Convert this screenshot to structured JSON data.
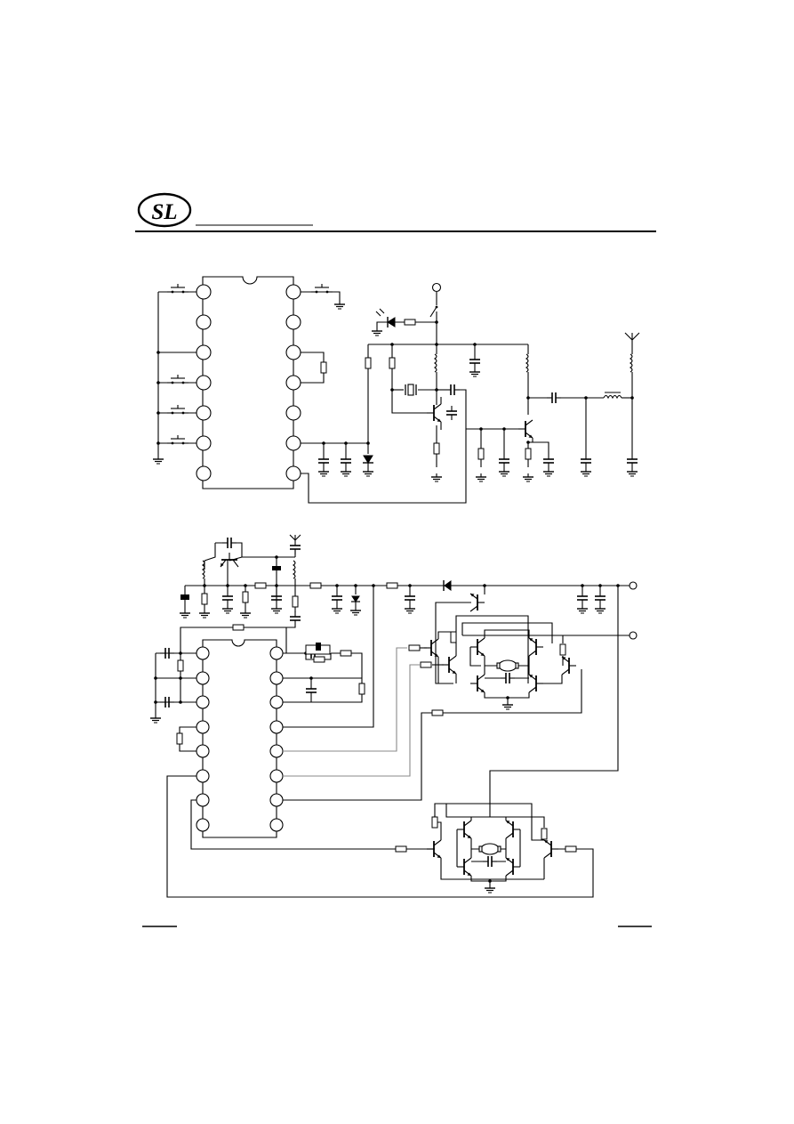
{
  "header": {
    "logo_text": "SL",
    "rule_color": "#000000"
  },
  "diagrams": {
    "transmitter": {
      "ic_pins_per_side": 7
    },
    "receiver": {
      "ic_pins_per_side": 8
    }
  },
  "icons": {
    "logo": "sl-logo-icon",
    "antenna": "antenna-icon",
    "led": "led-icon",
    "switch": "switch-icon",
    "motor": "motor-icon",
    "crystal": "crystal-icon",
    "ground": "ground-icon"
  }
}
